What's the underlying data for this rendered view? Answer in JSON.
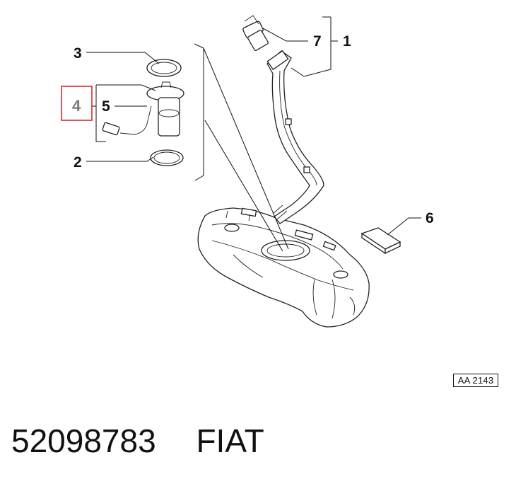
{
  "callouts": {
    "c1": "1",
    "c2": "2",
    "c3": "3",
    "c4": "4",
    "c5": "5",
    "c6": "6",
    "c7": "7"
  },
  "highlight_color": "#d9282f",
  "reference_code": "AA 2143",
  "footer": {
    "part_number": "52098783",
    "brand": "FIAT"
  }
}
